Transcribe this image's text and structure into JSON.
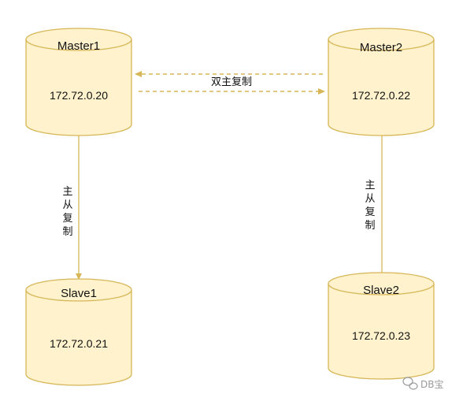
{
  "diagram": {
    "nodes": {
      "master1": {
        "title": "Master1",
        "ip": "172.72.0.20"
      },
      "master2": {
        "title": "Master2",
        "ip": "172.72.0.22"
      },
      "slave1": {
        "title": "Slave1",
        "ip": "172.72.0.21"
      },
      "slave2": {
        "title": "Slave2",
        "ip": "172.72.0.23"
      }
    },
    "edges": {
      "dual_master": {
        "label": "双主复制"
      },
      "master_slave_left": {
        "label_chars": [
          "主",
          "从",
          "复",
          "制"
        ]
      },
      "master_slave_right": {
        "label_chars": [
          "主",
          "从",
          "复",
          "制"
        ]
      }
    }
  },
  "watermark": {
    "text": "DB宝",
    "icon": "wechat-icon"
  },
  "colors": {
    "cylinder_fill": "#fff2cc",
    "cylinder_stroke": "#d6b656",
    "edge": "#d6b656"
  }
}
